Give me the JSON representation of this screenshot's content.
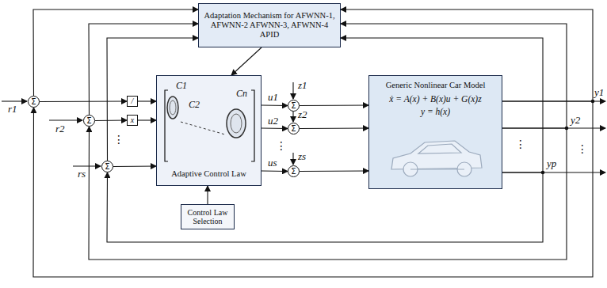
{
  "diagram": {
    "nodes": [
      {
        "text": [
          "Adaptation Mechanism for AFWNN-1, AFWNN-2 AFWNN-3, AFWNN-4 APID"
        ]
      },
      {
        "text": [
          "C1",
          "C2",
          "Cn",
          "Adaptive Control Law"
        ]
      },
      {
        "text": [
          "Control Law Selection"
        ]
      },
      {
        "text": [
          "Generic Nonlinear Car Model",
          "ẋ = A(x) + B(x)u + G(x)z",
          "y = h(x)"
        ]
      },
      {
        "text": [
          "Σ"
        ]
      },
      {
        "text": [
          "Σ"
        ]
      },
      {
        "text": [
          "Σ"
        ]
      },
      {
        "text": [
          "/"
        ]
      },
      {
        "text": [
          "x"
        ]
      },
      {
        "text": [
          "Σ"
        ]
      },
      {
        "text": [
          "Σ"
        ]
      },
      {
        "text": [
          "Σ"
        ]
      }
    ],
    "edges": [
      {
        "from": 4,
        "to": 7,
        "arrow": "to"
      },
      {
        "from": 7,
        "to": 1,
        "arrow": "to"
      },
      {
        "from": 5,
        "to": 8,
        "arrow": "to"
      },
      {
        "from": 8,
        "to": 1,
        "arrow": "to"
      },
      {
        "from": 6,
        "to": 1,
        "arrow": "to"
      },
      {
        "from": 1,
        "to": 9,
        "arrow": "to"
      },
      {
        "from": 1,
        "to": 10,
        "arrow": "to"
      },
      {
        "from": 1,
        "to": 11,
        "arrow": "to"
      },
      {
        "from": 9,
        "to": 3,
        "arrow": "to"
      },
      {
        "from": 10,
        "to": 3,
        "arrow": "to"
      },
      {
        "from": 11,
        "to": 3,
        "arrow": "to"
      },
      {
        "from": 2,
        "to": 1,
        "arrow": "to"
      },
      {
        "from": 0,
        "to": 1,
        "arrow": "to"
      },
      {
        "from": 4,
        "to": 0,
        "arrow": "to"
      },
      {
        "from": 5,
        "to": 0,
        "arrow": "to"
      },
      {
        "from": 6,
        "to": 0,
        "arrow": "to"
      },
      {
        "from": 3,
        "to": 0,
        "arrow": "to"
      },
      {
        "from": 3,
        "to": 0,
        "arrow": "to"
      },
      {
        "from": 3,
        "to": 0,
        "arrow": "to"
      },
      {
        "from": 3,
        "to": 4,
        "arrow": "to"
      },
      {
        "from": 3,
        "to": 5,
        "arrow": "to"
      },
      {
        "from": 3,
        "to": 6,
        "arrow": "to"
      }
    ],
    "labels": [
      "r1",
      "r2",
      "rs",
      "u1",
      "u2",
      "us",
      "z1",
      "z2",
      "zs",
      "y1",
      "y2",
      "yp",
      "⋮",
      "⋮",
      "⋮",
      "⋮"
    ]
  }
}
